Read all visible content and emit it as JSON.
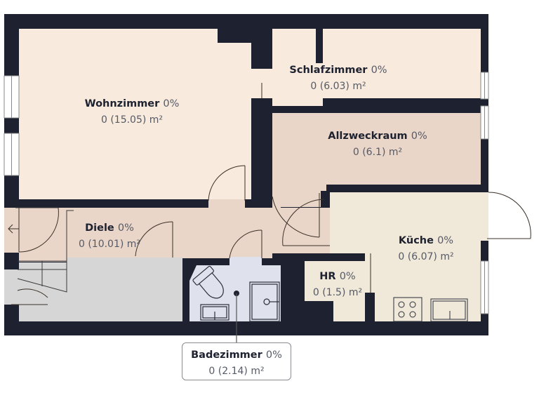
{
  "colors": {
    "wall": "#1d2130",
    "wohnzimmer": "#f8eadc",
    "schlafzimmer": "#f8eadc",
    "allzweckraum": "#ead6c8",
    "diele": "#ead6c8",
    "kueche": "#f0e8d8",
    "hr": "#f0e8d8",
    "badezimmer": "#dfe2ec",
    "storage": "#d6d6d6"
  },
  "rooms": [
    {
      "id": "wohnzimmer",
      "name": "Wohnzimmer",
      "pct": "0%",
      "area": "0 (15.05) m²"
    },
    {
      "id": "schlafzimmer",
      "name": "Schlafzimmer",
      "pct": "0%",
      "area": "0 (6.03) m²"
    },
    {
      "id": "allzweckraum",
      "name": "Allzweckraum",
      "pct": "0%",
      "area": "0 (6.1) m²"
    },
    {
      "id": "diele",
      "name": "Diele",
      "pct": "0%",
      "area": "0 (10.01) m²"
    },
    {
      "id": "kueche",
      "name": "Küche",
      "pct": "0%",
      "area": "0 (6.07) m²"
    },
    {
      "id": "hr",
      "name": "HR",
      "pct": "0%",
      "area": "0 (1.5) m²"
    },
    {
      "id": "badezimmer",
      "name": "Badezimmer",
      "pct": "0%",
      "area": "0 (2.14) m²"
    }
  ],
  "icons": {
    "entrance": "entrance-arrow-icon"
  }
}
